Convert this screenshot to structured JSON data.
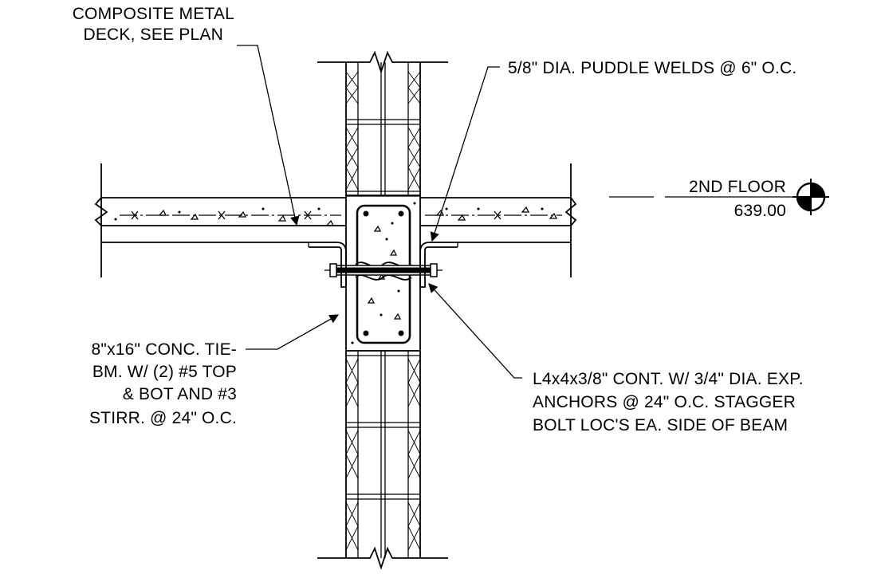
{
  "notes": {
    "deck": [
      "COMPOSITE METAL",
      "DECK, SEE PLAN"
    ],
    "welds": "5/8\" DIA. PUDDLE WELDS @ 6\" O.C.",
    "tie_beam": [
      "8\"x16\" CONC. TIE-",
      "BM. W/ (2) #5 TOP",
      "& BOT AND #3",
      "STIRR. @ 24\" O.C."
    ],
    "angle": [
      "L4x4x3/8\" CONT. W/ 3/4\" DIA. EXP.",
      "ANCHORS @ 24\" O.C. STAGGER",
      "BOLT LOC'S EA. SIDE OF BEAM"
    ]
  },
  "level": {
    "name": "2ND FLOOR",
    "elevation": "639.00"
  },
  "colors": {
    "ink": "#000000",
    "paper": "#ffffff"
  }
}
